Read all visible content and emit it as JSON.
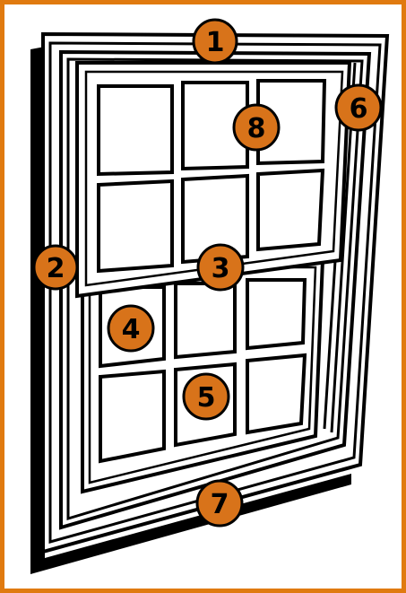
{
  "colors": {
    "border": "#e07a10",
    "callout_fill": "#d8731a",
    "outline": "#000000",
    "glass": "#ffffff"
  },
  "callouts": [
    {
      "label": "1"
    },
    {
      "label": "2"
    },
    {
      "label": "3"
    },
    {
      "label": "4"
    },
    {
      "label": "5"
    },
    {
      "label": "6"
    },
    {
      "label": "7"
    },
    {
      "label": "8"
    }
  ]
}
